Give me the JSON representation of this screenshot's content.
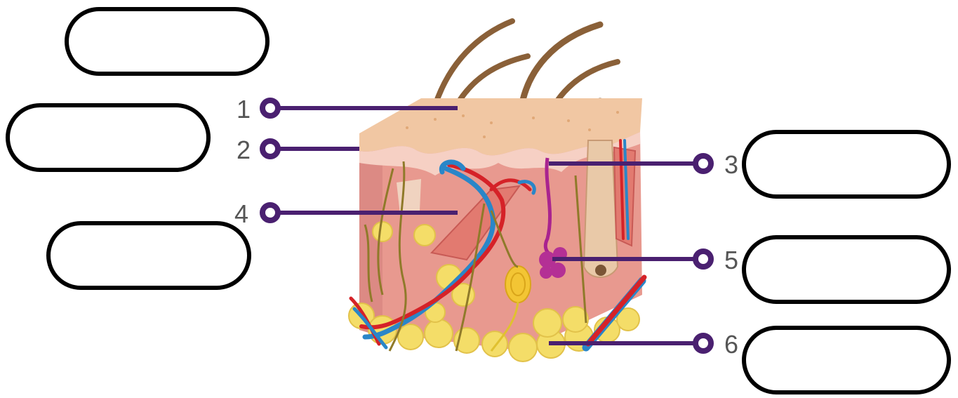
{
  "labels": [
    {
      "number": "1"
    },
    {
      "number": "2"
    },
    {
      "number": "3"
    },
    {
      "number": "4"
    },
    {
      "number": "5"
    },
    {
      "number": "6"
    }
  ],
  "answer_boxes": [
    "",
    "",
    "",
    "",
    "",
    ""
  ],
  "colors": {
    "leader": "#4a2070",
    "box_border": "#000000",
    "number_text": "#555555",
    "epidermis": "#f1c7a3",
    "dermis": "#e8998f",
    "fat": "#f4dd68",
    "hair": "#8a6038",
    "artery": "#d52228",
    "vein": "#2a86c8",
    "gland": "#a9238f",
    "nerve": "#8f7a2a"
  }
}
